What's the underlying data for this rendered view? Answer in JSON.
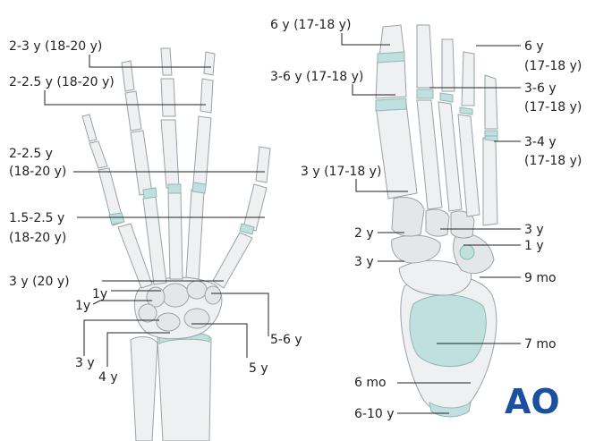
{
  "hand": {
    "labels": [
      "2-3 y (18-20 y)",
      "2-2.5 y (18-20 y)",
      "2-2.5 y",
      "(18-20 y)",
      "1.5-2.5 y",
      "(18-20 y)",
      "3 y (20 y)",
      "1y",
      "1y",
      "3 y",
      "4 y",
      "5-6 y",
      "5 y"
    ]
  },
  "foot": {
    "labels": [
      "6 y (17-18 y)",
      "3-6 y (17-18 y)",
      "3 y (17-18 y)",
      "2 y",
      "3 y",
      "6 y",
      "(17-18 y)",
      "3-6 y",
      "(17-18 y)",
      "3-4 y",
      "(17-18 y)",
      "3 y",
      "1 y",
      "9 mo",
      "7 mo",
      "6 mo",
      "6-10 y"
    ]
  },
  "logo": {
    "text": "AO",
    "color": "#1b4fa0"
  },
  "colors": {
    "bone_fill": "#eef0f1",
    "bone_outline": "#9aa2a8",
    "growth_plate": "#bfe0de"
  }
}
